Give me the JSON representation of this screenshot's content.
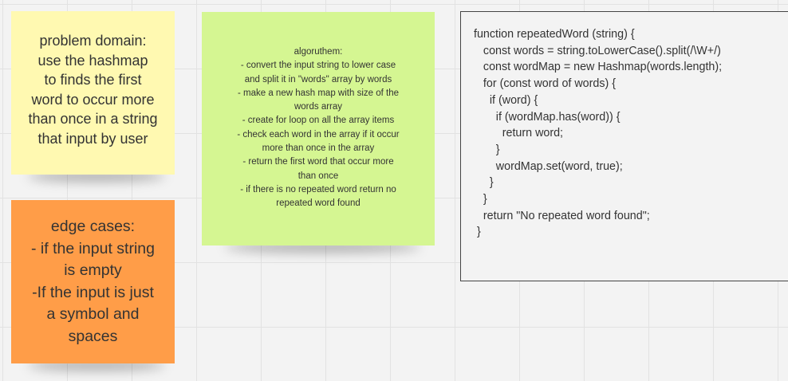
{
  "problem_note": {
    "lines": [
      "problem domain:",
      "use the hashmap",
      "to finds the first",
      "word to occur more",
      "than once in a string",
      "that input by user"
    ]
  },
  "edge_note": {
    "lines": [
      "edge cases:",
      "- if the input string",
      "is empty",
      "-If the input is just",
      "a symbol and",
      "spaces"
    ]
  },
  "algo_note": {
    "lines": [
      "algoruthem:",
      "- convert the input string to lower case",
      "and split it in \"words\" array by words",
      "- make a new hash map with size of the",
      "words array",
      "- create for loop on all the array items",
      "- check each word in the array if it occur",
      "more than once in the array",
      "- return the first word that occur more",
      "than once",
      "- if there is no repeated word return no",
      "repeated word found"
    ]
  },
  "code_box": {
    "lines": [
      "function repeatedWord (string) {",
      "   const words = string.toLowerCase().split(/\\W+/)",
      "   const wordMap = new Hashmap(words.length);",
      "   for (const word of words) {",
      "     if (word) {",
      "       if (wordMap.has(word)) {",
      "         return word;",
      "       }",
      "       wordMap.set(word, true);",
      "     }",
      "   }",
      "   return \"No repeated word found\";",
      " }"
    ]
  }
}
